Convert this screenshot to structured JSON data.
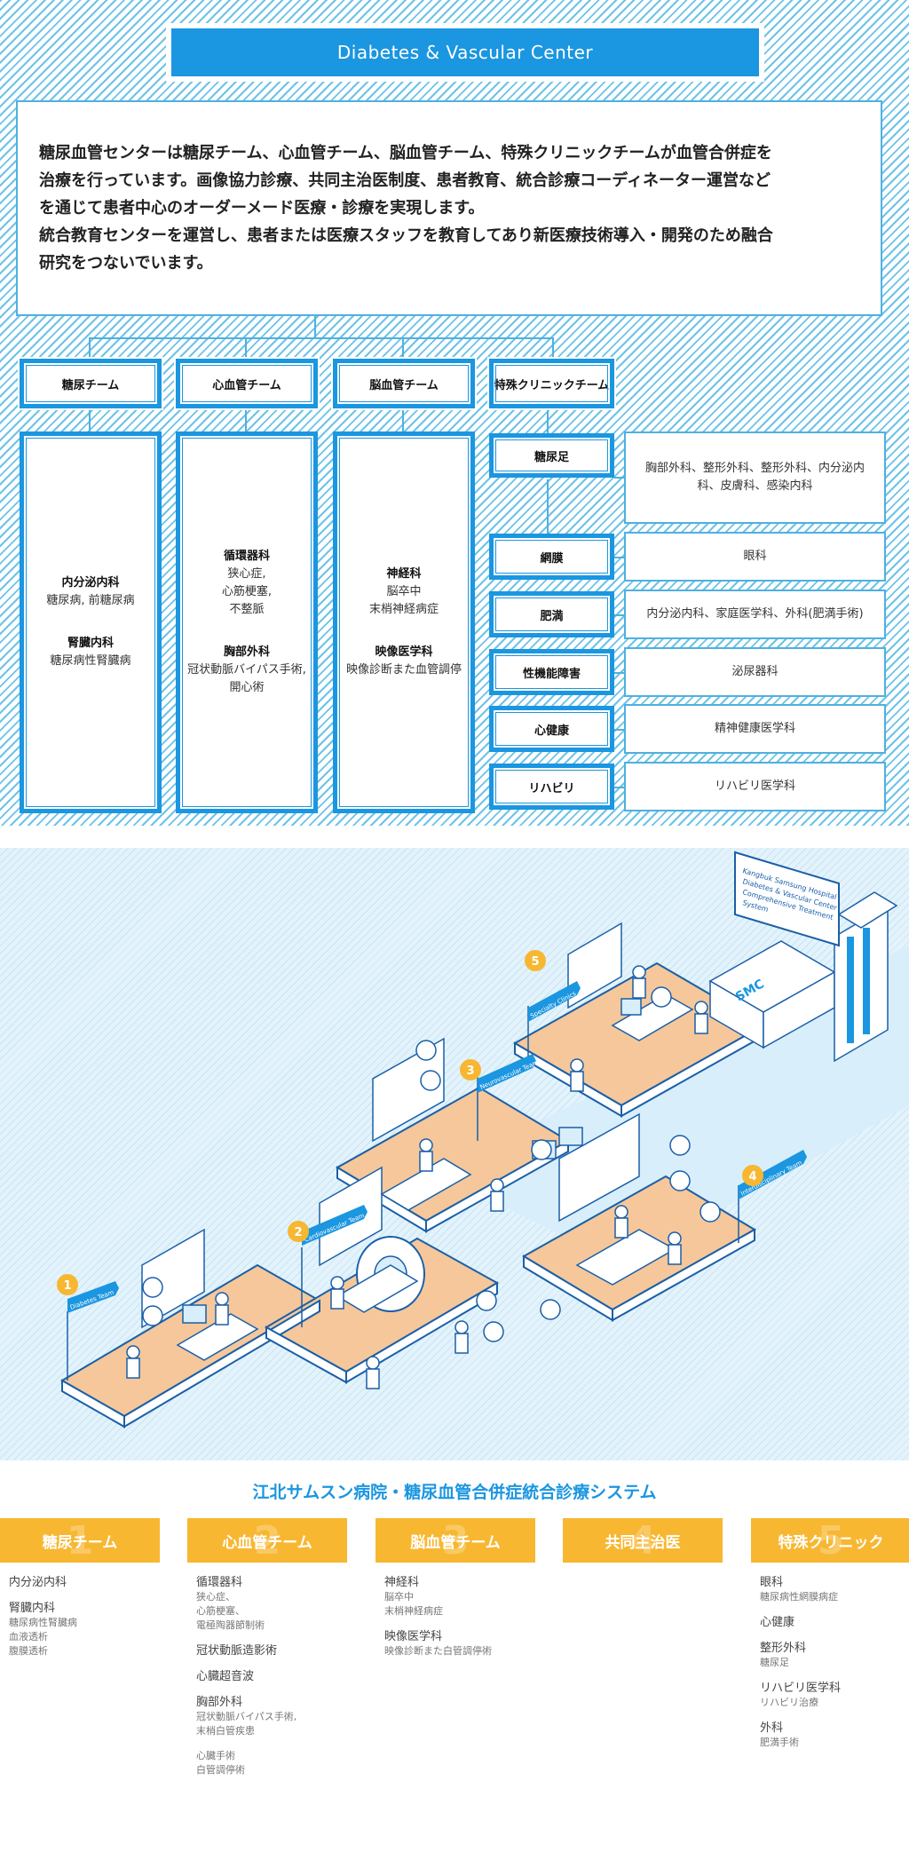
{
  "title": "Diabetes & Vascular Center",
  "description": [
    "糖尿血管センターは糖尿チーム、心血管チーム、脳血管チーム、特殊クリニックチームが血管合併症を",
    "治療を行っています。画像協力診療、共同主治医制度、患者教育、統合診療コーディネーター運営など",
    "を通じて患者中心のオーダーメード医療・診療を実現します。",
    "統合教育センターを運営し、患者または医療スタッフを教育してあり新医療技術導入・開発のため融合",
    "研究をつないでいます。"
  ],
  "teams": [
    {
      "name": "糖尿チーム",
      "depts": [
        {
          "dept": "内分泌内科",
          "items": [
            "糖尿病, 前糖尿病"
          ]
        },
        {
          "dept": "腎臓内科",
          "items": [
            "糖尿病性腎臓病"
          ]
        }
      ]
    },
    {
      "name": "心血管チーム",
      "depts": [
        {
          "dept": "循環器科",
          "items": [
            "狭心症,",
            "心筋梗塞,",
            "不整脈"
          ]
        },
        {
          "dept": "胸部外科",
          "items": [
            "冠状動脈バイパス手術,",
            "開心術"
          ]
        }
      ]
    },
    {
      "name": "脳血管チーム",
      "depts": [
        {
          "dept": "神経科",
          "items": [
            "脳卒中",
            "末梢神経病症"
          ]
        },
        {
          "dept": "映像医学科",
          "items": [
            "映像診断また血管調停"
          ]
        }
      ]
    }
  ],
  "specialty": {
    "name": "特殊クリニックチーム",
    "rows": [
      {
        "label": "糖尿足",
        "dept": "胸部外科、整形外科、整形外科、内分泌内科、皮膚科、感染内科"
      },
      {
        "label": "網膜",
        "dept": "眼科"
      },
      {
        "label": "肥満",
        "dept": "内分泌内科、家庭医学科、外科(肥満手術)"
      },
      {
        "label": "性機能障害",
        "dept": "泌尿器科"
      },
      {
        "label": "心健康",
        "dept": "精神健康医学科"
      },
      {
        "label": "リハビリ",
        "dept": "リハビリ医学科"
      }
    ]
  },
  "illustration": {
    "markers": [
      {
        "num": "1",
        "label": "Diabetes Team"
      },
      {
        "num": "2",
        "label": "Cardiovascular Team"
      },
      {
        "num": "3",
        "label": "Neurovascular Team"
      },
      {
        "num": "4",
        "label": "Interdisciplinary Team"
      },
      {
        "num": "5",
        "label": "Specialty Clinics"
      }
    ],
    "billboard": [
      "Kangbuk Samsung Hospital",
      "Diabetes & Vascular Center",
      "Comprehensive Treatment",
      "System"
    ],
    "building_sign": "SMC",
    "colors": {
      "floor": "#f5c79a",
      "line": "#1a5fa8",
      "marker": "#f7b731",
      "flag": "#1b96e0"
    }
  },
  "system_title": "江北サムスン病院・糖尿血管合併症統合診療システム",
  "summary": [
    {
      "num": "1",
      "name": "糖尿チーム",
      "entries": [
        {
          "head": "内分泌内科",
          "subs": []
        },
        {
          "head": "腎臓内科",
          "subs": [
            "糖尿病性腎臓病",
            "血液透析",
            "腹膜透析"
          ]
        }
      ]
    },
    {
      "num": "2",
      "name": "心血管チーム",
      "entries": [
        {
          "head": "循環器科",
          "subs": [
            "狭心症、",
            "心筋梗塞、",
            "電極陶器節制術"
          ]
        },
        {
          "head": "冠状動脈造影術",
          "subs": []
        },
        {
          "head": "心臓超音波",
          "subs": []
        },
        {
          "head": "胸部外科",
          "subs": [
            "冠状動脈バイパス手術,",
            "末梢白管疾患"
          ]
        },
        {
          "head": "",
          "subs": [
            "心臓手術",
            "白管調停術"
          ]
        }
      ]
    },
    {
      "num": "3",
      "name": "脳血管チーム",
      "entries": [
        {
          "head": "神経科",
          "subs": [
            "脳卒中",
            "末梢神経病症"
          ]
        },
        {
          "head": "映像医学科",
          "subs": [
            "映像診断また白管調停術"
          ]
        }
      ]
    },
    {
      "num": "4",
      "name": "共同主治医",
      "entries": []
    },
    {
      "num": "5",
      "name": "特殊クリニック",
      "entries": [
        {
          "head": "眼科",
          "subs": [
            "糖尿病性網膜病症"
          ]
        },
        {
          "head": "心健康",
          "subs": []
        },
        {
          "head": "整形外科",
          "subs": [
            "糖尿足"
          ]
        },
        {
          "head": "リハビリ医学科",
          "subs": [
            "リハビリ治療"
          ]
        },
        {
          "head": "外科",
          "subs": [
            "肥満手術"
          ]
        }
      ]
    }
  ]
}
